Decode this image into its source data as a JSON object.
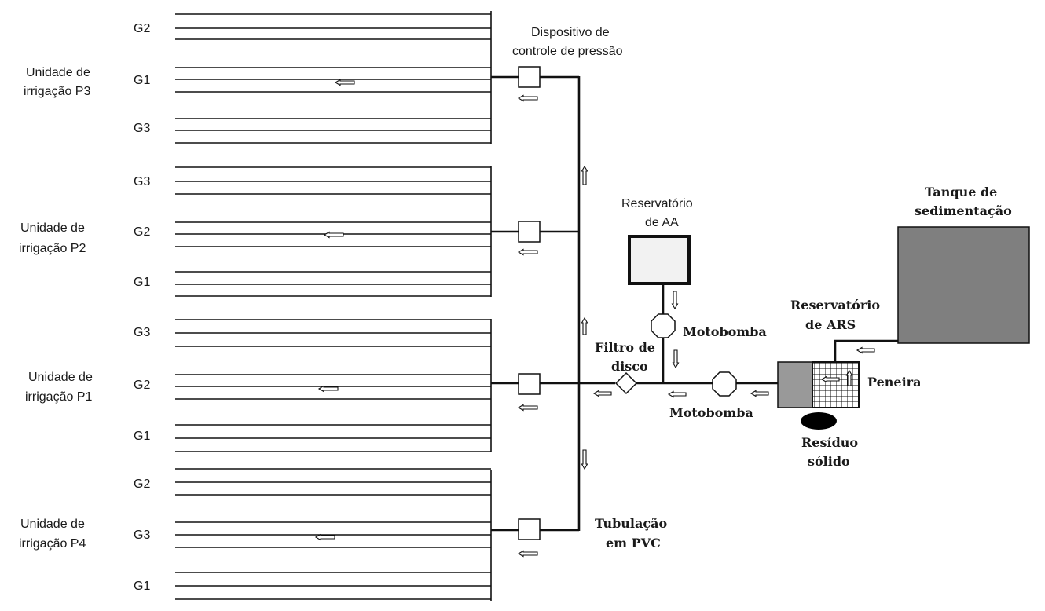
{
  "units": [
    {
      "label_line1": "Unidade de",
      "label_line2": "irrigação  P3",
      "groups": [
        "G2",
        "G1",
        "G3"
      ]
    },
    {
      "label_line1": "Unidade de",
      "label_line2": "irrigação P2",
      "groups": [
        "G3",
        "G2",
        "G1"
      ]
    },
    {
      "label_line1": "Unidade de",
      "label_line2": "irrigação P1",
      "groups": [
        "G3",
        "G2",
        "G1"
      ]
    },
    {
      "label_line1": "Unidade de",
      "label_line2": "irrigação P4",
      "groups": [
        "G2",
        "G3",
        "G1"
      ]
    }
  ],
  "labels": {
    "pressure_device_line1": "Dispositivo de",
    "pressure_device_line2": "controle de pressão",
    "aa_reservoir_line1": "Reservatório",
    "aa_reservoir_line2": "de AA",
    "motor_pump_top": "Motobomba",
    "motor_pump_bottom": "Motobomba",
    "disc_filter_line1": "Filtro de",
    "disc_filter_line2": "disco",
    "pvc_pipe_line1": "Tubulação",
    "pvc_pipe_line2": "em PVC",
    "ars_reservoir_line1": "Reservatório",
    "ars_reservoir_line2": "de ARS",
    "settling_tank_line1": "Tanque de",
    "settling_tank_line2": "sedimentação",
    "sieve": "Peneira",
    "solid_residue_line1": "Resíduo",
    "solid_residue_line2": "sólido"
  },
  "colors": {
    "settling_tank": "#7f7f7f",
    "ars_reservoir": "#999999",
    "aa_reservoir": "#f2f2f2",
    "solid_residue": "#000000"
  },
  "icons": {
    "flow_arrow": "hollow-arrow",
    "pump": "octagon",
    "filter": "diamond",
    "pressure_valve": "square"
  }
}
